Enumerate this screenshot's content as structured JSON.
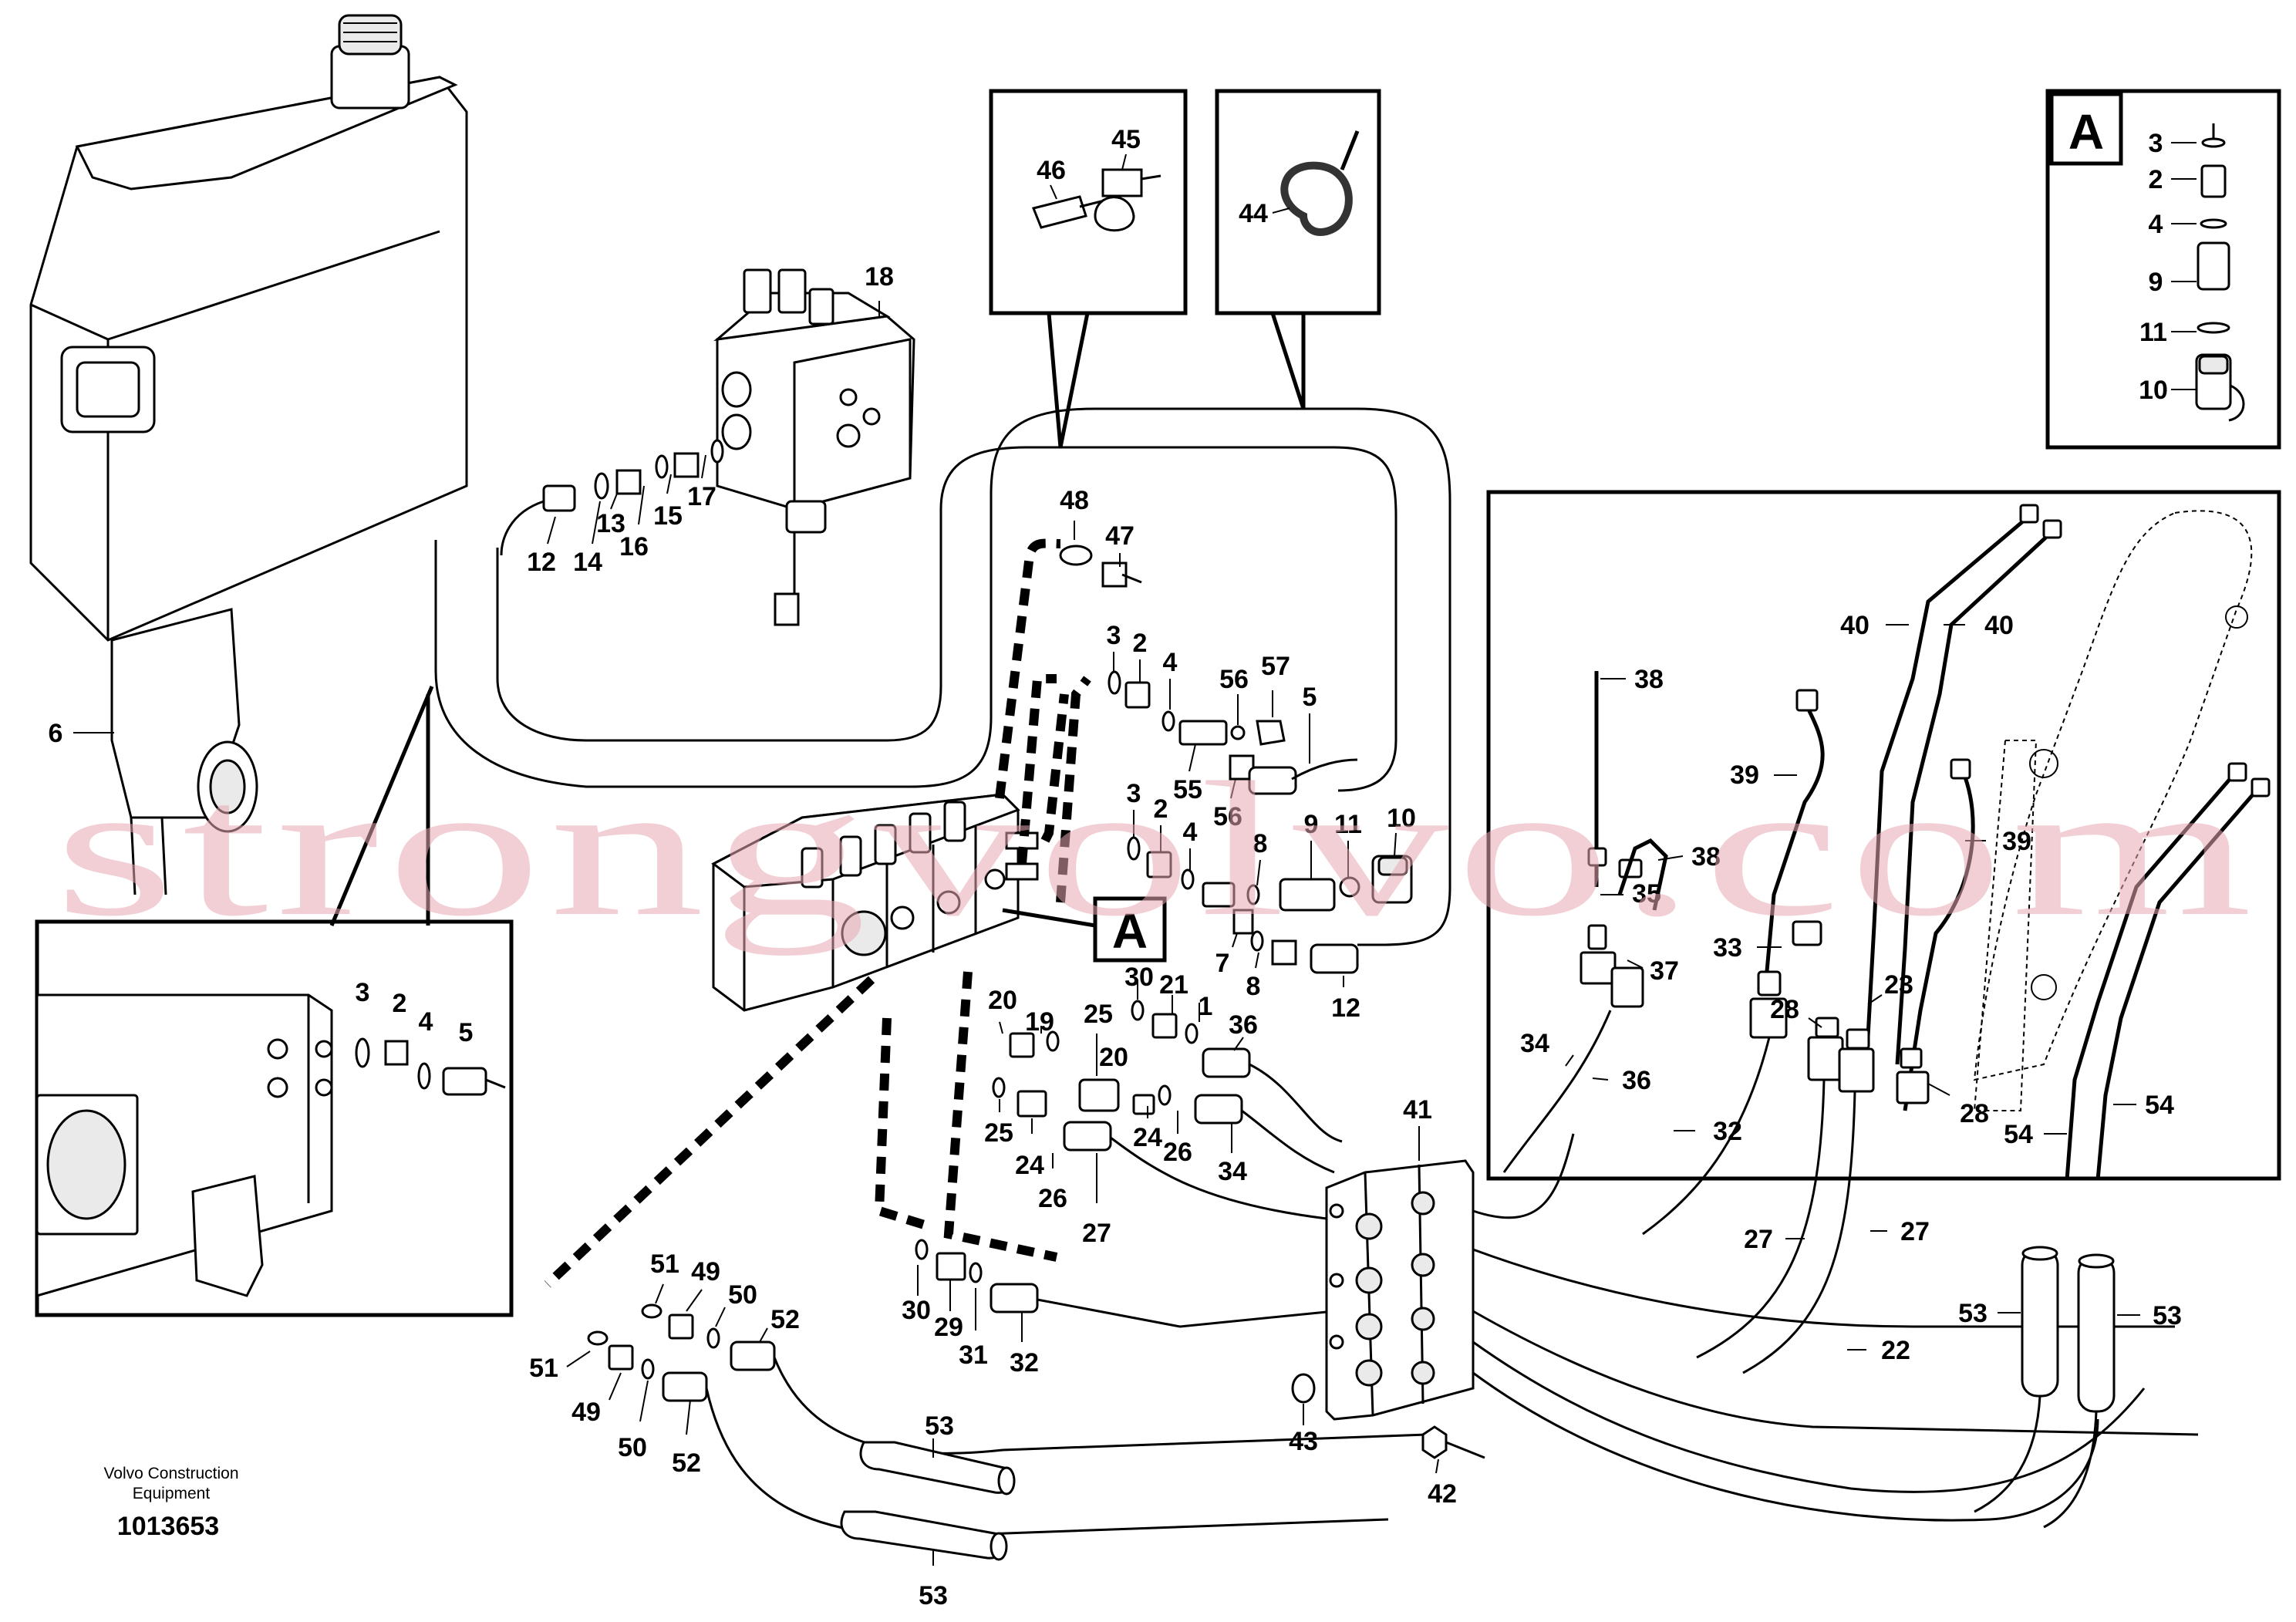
{
  "callouts": {
    "c1": "A",
    "c2": "A",
    "a3": "3",
    "a2": "2",
    "a4": "4",
    "a9": "9",
    "a11": "11",
    "a10": "10"
  },
  "labels": {
    "n46": "46",
    "n45": "45",
    "n44": "44",
    "n18": "18",
    "n12": "12",
    "n14": "14",
    "n13": "13",
    "n16": "16",
    "n15": "15",
    "n17": "17",
    "n6": "6",
    "n48": "48",
    "n47": "47",
    "n3a": "3",
    "n2a": "2",
    "n4a": "4",
    "n56a": "56",
    "n57": "57",
    "n5a": "5",
    "n55": "55",
    "n56b": "56",
    "n3b": "3",
    "n2b": "2",
    "n4b": "4",
    "n8a": "8",
    "n9": "9",
    "n11": "11",
    "n10": "10",
    "n7": "7",
    "n8b": "8",
    "n12b": "12",
    "n30a": "30",
    "n21a": "21",
    "n1": "1",
    "n36a": "36",
    "n20a": "20",
    "n19": "19",
    "n25a": "25",
    "n20b": "20",
    "n24a": "24",
    "n26a": "26",
    "n25b": "25",
    "n24b": "24",
    "n26b": "26",
    "n34a": "34",
    "n27a": "27",
    "n30b": "30",
    "n29": "29",
    "n31": "31",
    "n32a": "32",
    "n51a": "51",
    "n49a": "49",
    "n50a": "50",
    "n52a": "52",
    "n51b": "51",
    "n49b": "49",
    "n50b": "50",
    "n52b": "52",
    "n53a": "53",
    "n53b": "53",
    "n43": "43",
    "n42": "42",
    "n41": "41",
    "n3c": "3",
    "n2c": "2",
    "n4c": "4",
    "n5c": "5",
    "n38a": "38",
    "n38b": "38",
    "n35": "35",
    "n37": "37",
    "n34b": "34",
    "n36b": "36",
    "n39a": "39",
    "n33": "33",
    "n32b": "32",
    "n40a": "40",
    "n40b": "40",
    "n28a": "28",
    "n23": "23",
    "n39b": "39",
    "n28b": "28",
    "n54a": "54",
    "n54b": "54",
    "n27b": "27",
    "n27c": "27",
    "n22": "22",
    "n53c": "53",
    "n53d": "53"
  },
  "caption": {
    "line1": "Volvo Construction",
    "line2": "Equipment",
    "number": "1013653"
  },
  "watermark": "strongvolvo.com"
}
